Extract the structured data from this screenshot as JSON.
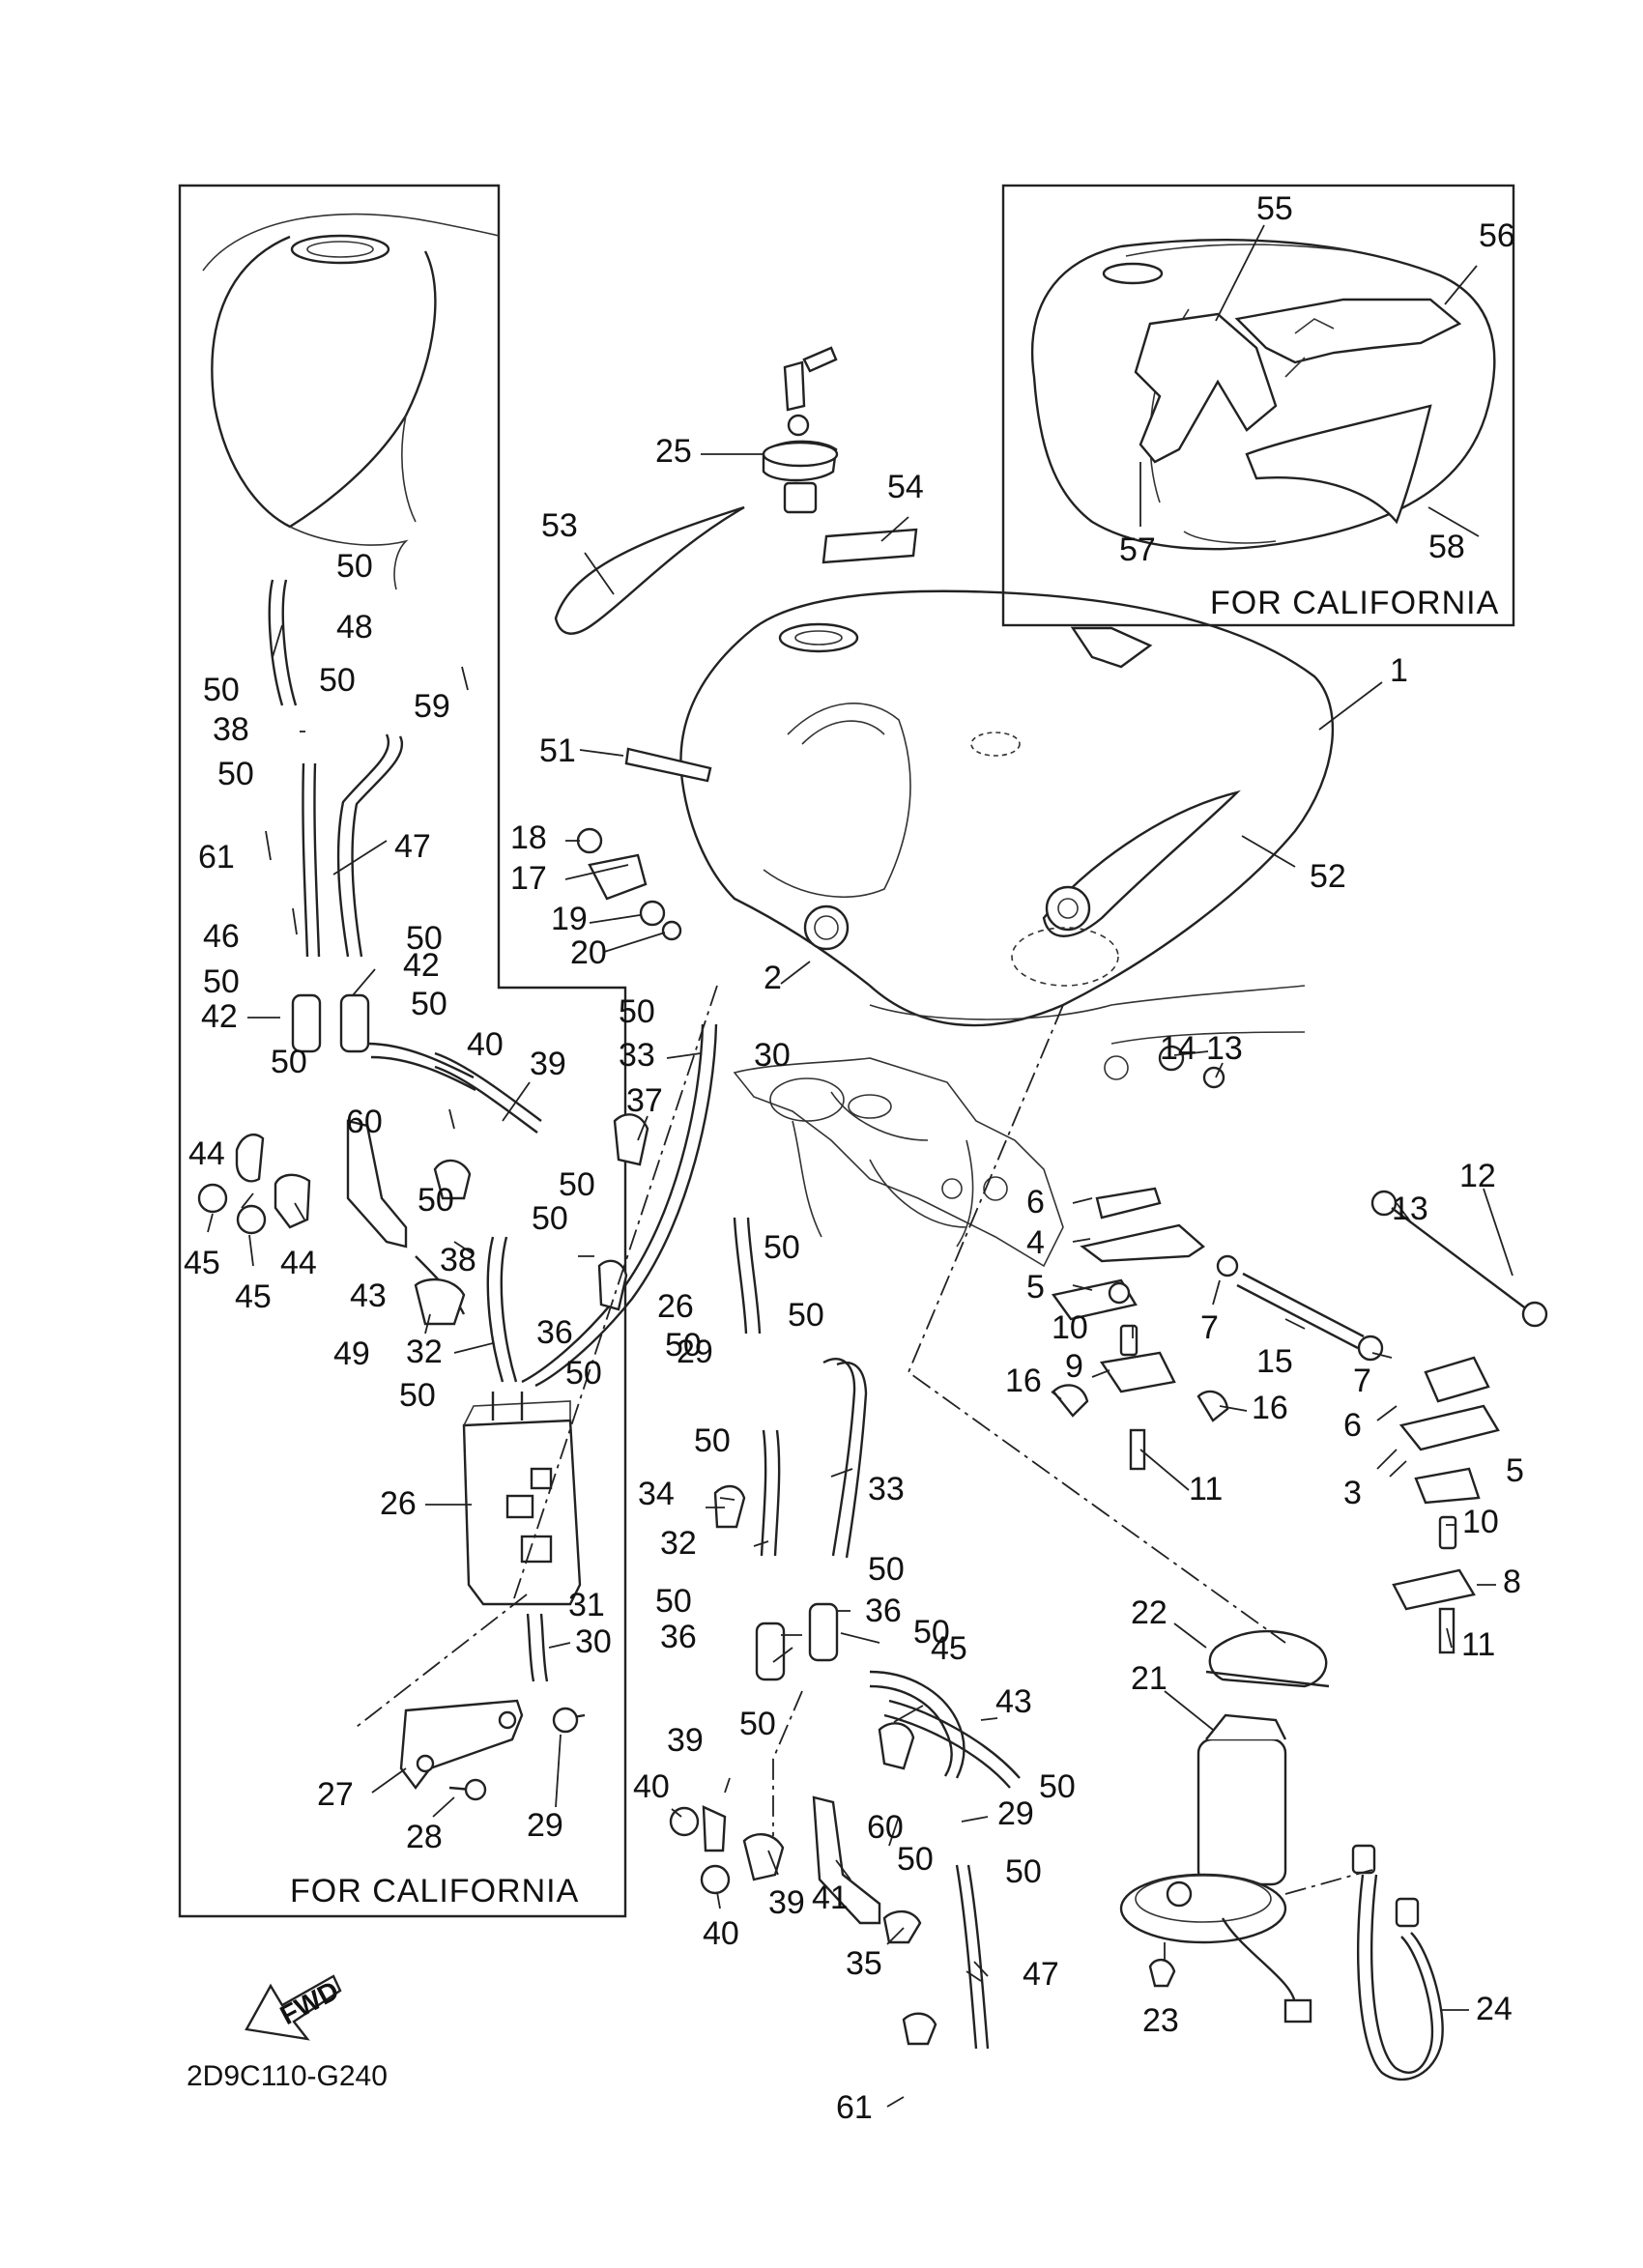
{
  "diagram": {
    "drawing_code": "2D9C110-G240",
    "fwd_label": "FWD",
    "california_label_left": "FOR CALIFORNIA",
    "california_label_right": "FOR CALIFORNIA",
    "callouts": [
      {
        "id": "c1",
        "n": "1"
      },
      {
        "id": "c2",
        "n": "2"
      },
      {
        "id": "c3",
        "n": "3"
      },
      {
        "id": "c4",
        "n": "4"
      },
      {
        "id": "c5a",
        "n": "5"
      },
      {
        "id": "c5b",
        "n": "5"
      },
      {
        "id": "c6a",
        "n": "6"
      },
      {
        "id": "c6b",
        "n": "6"
      },
      {
        "id": "c7a",
        "n": "7"
      },
      {
        "id": "c7b",
        "n": "7"
      },
      {
        "id": "c8",
        "n": "8"
      },
      {
        "id": "c9",
        "n": "9"
      },
      {
        "id": "c10a",
        "n": "10"
      },
      {
        "id": "c10b",
        "n": "10"
      },
      {
        "id": "c11a",
        "n": "11"
      },
      {
        "id": "c11b",
        "n": "11"
      },
      {
        "id": "c12",
        "n": "12"
      },
      {
        "id": "c13a",
        "n": "13"
      },
      {
        "id": "c13b",
        "n": "13"
      },
      {
        "id": "c14",
        "n": "14"
      },
      {
        "id": "c15",
        "n": "15"
      },
      {
        "id": "c16a",
        "n": "16"
      },
      {
        "id": "c16b",
        "n": "16"
      },
      {
        "id": "c17",
        "n": "17"
      },
      {
        "id": "c18",
        "n": "18"
      },
      {
        "id": "c19",
        "n": "19"
      },
      {
        "id": "c20",
        "n": "20"
      },
      {
        "id": "c21",
        "n": "21"
      },
      {
        "id": "c22",
        "n": "22"
      },
      {
        "id": "c23",
        "n": "23"
      },
      {
        "id": "c24",
        "n": "24"
      },
      {
        "id": "c25",
        "n": "25"
      },
      {
        "id": "c26a",
        "n": "26"
      },
      {
        "id": "c26b",
        "n": "26"
      },
      {
        "id": "c27",
        "n": "27"
      },
      {
        "id": "c28",
        "n": "28"
      },
      {
        "id": "c29a",
        "n": "29"
      },
      {
        "id": "c29b",
        "n": "29"
      },
      {
        "id": "c29c",
        "n": "29"
      },
      {
        "id": "c30a",
        "n": "30"
      },
      {
        "id": "c30b",
        "n": "30"
      },
      {
        "id": "c31",
        "n": "31"
      },
      {
        "id": "c32a",
        "n": "32"
      },
      {
        "id": "c32b",
        "n": "32"
      },
      {
        "id": "c33a",
        "n": "33"
      },
      {
        "id": "c33b",
        "n": "33"
      },
      {
        "id": "c34",
        "n": "34"
      },
      {
        "id": "c35",
        "n": "35"
      },
      {
        "id": "c36a",
        "n": "36"
      },
      {
        "id": "c36b",
        "n": "36"
      },
      {
        "id": "c36c",
        "n": "36"
      },
      {
        "id": "c37",
        "n": "37"
      },
      {
        "id": "c38a",
        "n": "38"
      },
      {
        "id": "c38b",
        "n": "38"
      },
      {
        "id": "c39a",
        "n": "39"
      },
      {
        "id": "c39b",
        "n": "39"
      },
      {
        "id": "c39c",
        "n": "39"
      },
      {
        "id": "c40a",
        "n": "40"
      },
      {
        "id": "c40b",
        "n": "40"
      },
      {
        "id": "c40c",
        "n": "40"
      },
      {
        "id": "c41",
        "n": "41"
      },
      {
        "id": "c42a",
        "n": "42"
      },
      {
        "id": "c42b",
        "n": "42"
      },
      {
        "id": "c43a",
        "n": "43"
      },
      {
        "id": "c43b",
        "n": "43"
      },
      {
        "id": "c44a",
        "n": "44"
      },
      {
        "id": "c44b",
        "n": "44"
      },
      {
        "id": "c45a",
        "n": "45"
      },
      {
        "id": "c45b",
        "n": "45"
      },
      {
        "id": "c45c",
        "n": "45"
      },
      {
        "id": "c46",
        "n": "46"
      },
      {
        "id": "c47a",
        "n": "47"
      },
      {
        "id": "c47b",
        "n": "47"
      },
      {
        "id": "c48",
        "n": "48"
      },
      {
        "id": "c49",
        "n": "49"
      },
      {
        "id": "c51",
        "n": "51"
      },
      {
        "id": "c52",
        "n": "52"
      },
      {
        "id": "c53",
        "n": "53"
      },
      {
        "id": "c54",
        "n": "54"
      },
      {
        "id": "c55",
        "n": "55"
      },
      {
        "id": "c56",
        "n": "56"
      },
      {
        "id": "c57",
        "n": "57"
      },
      {
        "id": "c58",
        "n": "58"
      },
      {
        "id": "c59",
        "n": "59"
      },
      {
        "id": "c60a",
        "n": "60"
      },
      {
        "id": "c60b",
        "n": "60"
      },
      {
        "id": "c61a",
        "n": "61"
      },
      {
        "id": "c61b",
        "n": "61"
      }
    ],
    "clamp_label": "50"
  }
}
